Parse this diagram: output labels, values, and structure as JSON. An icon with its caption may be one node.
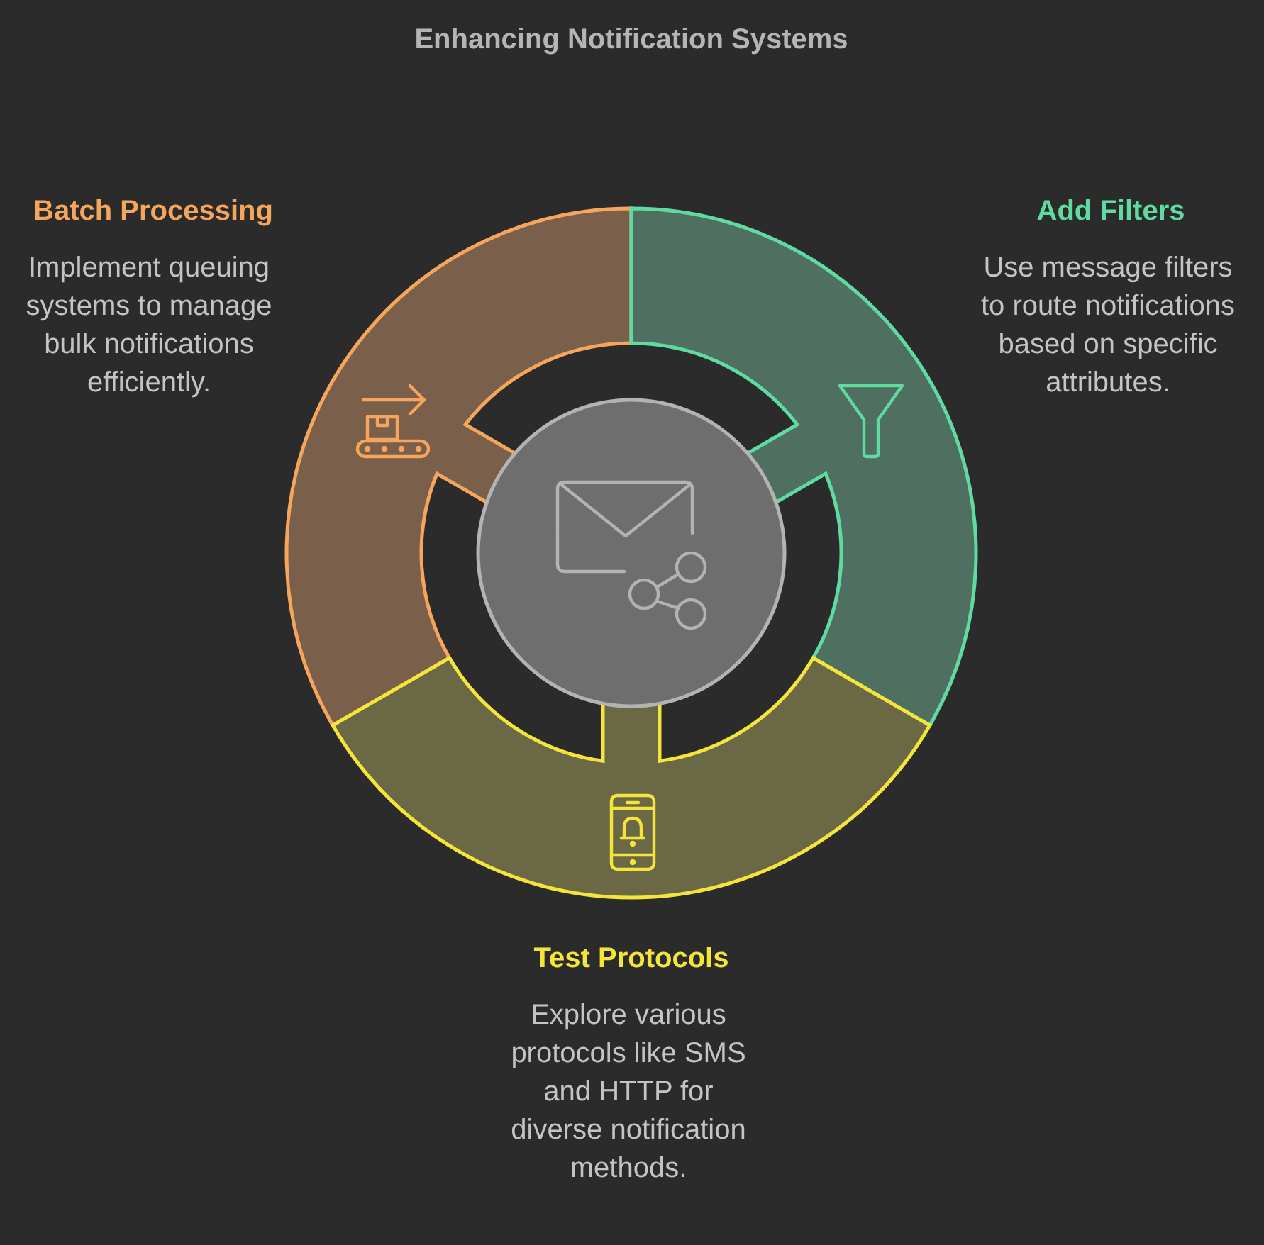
{
  "diagram": {
    "title": "Enhancing Notification Systems",
    "nodes": [
      {
        "text": [
          "Batch Processing",
          "Implement queuing systems to manage bulk notifications efficiently."
        ]
      },
      {
        "text": [
          "Add Filters",
          "Use message filters to route notifications based on specific attributes."
        ]
      },
      {
        "text": [
          "Test Protocols",
          "Explore various protocols like SMS and HTTP for diverse notification methods."
        ]
      },
      {
        "text": [],
        "shape": "circle"
      }
    ]
  }
}
